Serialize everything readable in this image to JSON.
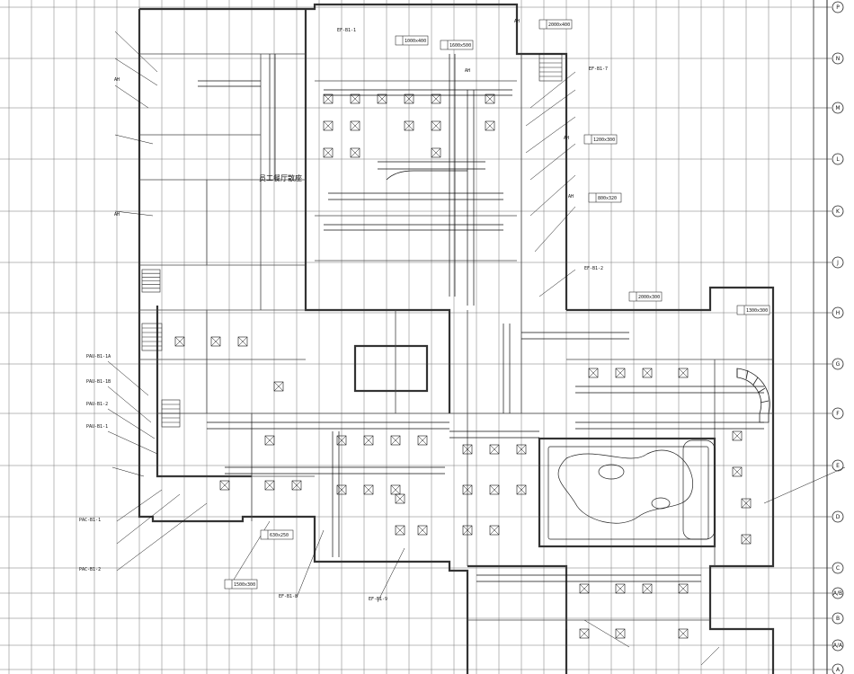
{
  "title_room": "员工餐厅散座",
  "axis_labels": [
    "P",
    "N",
    "M",
    "L",
    "K",
    "J",
    "H",
    "G",
    "F",
    "E",
    "D",
    "C",
    "A/B",
    "B",
    "A/A",
    "A"
  ],
  "equipment_tags": [
    {
      "id": "tag-pau1a",
      "text": "PAU-B1-1A"
    },
    {
      "id": "tag-pau1b",
      "text": "PAU-B1-1B"
    },
    {
      "id": "tag-pau2",
      "text": "PAU-B1-2"
    },
    {
      "id": "tag-pau1",
      "text": "PAU-B1-1"
    },
    {
      "id": "tag-ef8",
      "text": "EF-B1-8"
    },
    {
      "id": "tag-ef9",
      "text": "EF-B1-9"
    },
    {
      "id": "tag-ef7",
      "text": "EF-B1-7"
    },
    {
      "id": "tag-ef2",
      "text": "EF-B1-2"
    },
    {
      "id": "tag-ef1",
      "text": "EF-B1-1"
    },
    {
      "id": "tag-pac1",
      "text": "PAC-B1-1"
    },
    {
      "id": "tag-pac2",
      "text": "PAC-B1-2"
    },
    {
      "id": "tag-ah1",
      "text": "AH"
    },
    {
      "id": "tag-ah2",
      "text": "AH"
    },
    {
      "id": "tag-ah3",
      "text": "AH"
    },
    {
      "id": "tag-ah4",
      "text": "AH"
    },
    {
      "id": "tag-ah5",
      "text": "AH"
    },
    {
      "id": "tag-ah6",
      "text": "AH"
    }
  ],
  "duct_labels": [
    {
      "id": "d1",
      "text": "1000x400"
    },
    {
      "id": "d2",
      "text": "1600x500"
    },
    {
      "id": "d3",
      "text": "2000x400"
    },
    {
      "id": "d4",
      "text": "1200x300"
    },
    {
      "id": "d5",
      "text": "800x320"
    },
    {
      "id": "d6",
      "text": "2000x300"
    },
    {
      "id": "d7",
      "text": "1300x300"
    },
    {
      "id": "d8",
      "text": "630x250"
    },
    {
      "id": "d9",
      "text": "1500x300"
    }
  ]
}
